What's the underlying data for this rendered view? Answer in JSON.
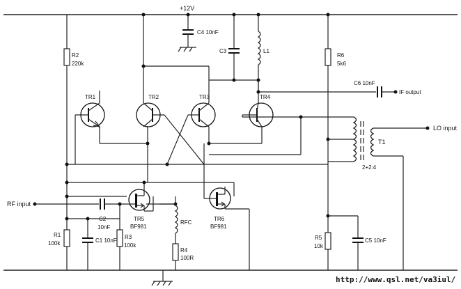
{
  "supply": {
    "label": "+12V"
  },
  "capacitors": {
    "c1": "C1 10nF",
    "c2_ref": "C2",
    "c2_val": "10nF",
    "c3": "C3",
    "c4": "C4 10nF",
    "c5": "C5 10nF",
    "c6": "C6 10nF"
  },
  "resistors": {
    "r1_ref": "R1",
    "r1_val": "100k",
    "r2_ref": "R2",
    "r2_val": "220k",
    "r3_ref": "R3",
    "r3_val": "100k",
    "r4_ref": "R4",
    "r4_val": "100R",
    "r5_ref": "R5",
    "r5_val": "10k",
    "r6_ref": "R6",
    "r6_val": "5k6"
  },
  "inductors": {
    "l1": "L1",
    "rfc": "RFC"
  },
  "transistors": {
    "tr1": "TR1",
    "tr2": "TR2",
    "tr3": "TR3",
    "tr4": "TR4",
    "tr5_ref": "TR5",
    "tr5_type": "BF981",
    "tr6_ref": "TR6",
    "tr6_type": "BF981"
  },
  "transformer": {
    "ref": "T1",
    "ratio": "2+2:4"
  },
  "ports": {
    "rf_input": "RF input",
    "if_output": "IF output",
    "lo_input": "LO input"
  },
  "credit": {
    "url": "http://www.qsl.net/va3iul/"
  }
}
